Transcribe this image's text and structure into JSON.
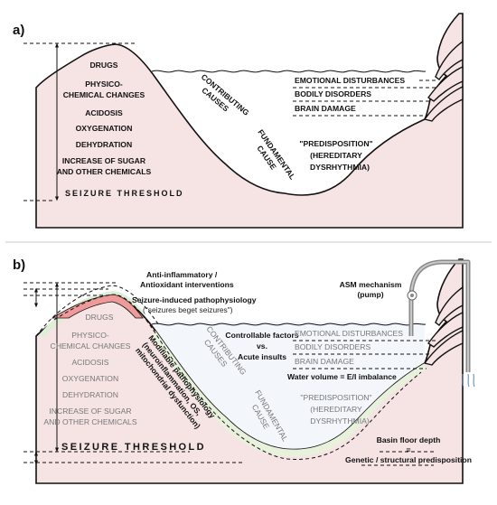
{
  "panel_a": {
    "label": "a)",
    "causes": [
      "DRUGS",
      "PHYSICO-",
      "CHEMICAL CHANGES",
      "ACIDOSIS",
      "OXYGENATION",
      "DEHYDRATION",
      "INCREASE OF SUGAR",
      "AND OTHER CHEMICALS"
    ],
    "threshold": "SEIZURE THRESHOLD",
    "contributing": [
      "CONTRIBUTING",
      "CAUSES"
    ],
    "fundamental": [
      "FUNDAMENTAL",
      "CAUSE"
    ],
    "disturbances": [
      "EMOTIONAL DISTURBANCES",
      "BODILY DISORDERS",
      "BRAIN DAMAGE"
    ],
    "predisposition": [
      "\"PREDISPOSITION\"",
      "(HEREDITARY",
      "DYSRHYTHMIA)"
    ]
  },
  "panel_b": {
    "label": "b)",
    "causes": [
      "DRUGS",
      "PHYSICO-",
      "CHEMICAL CHANGES",
      "ACIDOSIS",
      "OXYGENATION",
      "DEHYDRATION",
      "INCREASE OF SUGAR",
      "AND OTHER CHEMICALS"
    ],
    "threshold": "SEIZURE THRESHOLD",
    "contributing": [
      "CONTRIBUTING",
      "CAUSES"
    ],
    "fundamental": [
      "FUNDAMENTAL",
      "CAUSE"
    ],
    "disturbances": [
      "EMOTIONAL DISTURBANCES",
      "BODILY DISORDERS",
      "BRAIN DAMAGE"
    ],
    "predisposition": [
      "\"PREDISPOSITION\"",
      "(HEREDITARY",
      "DYSRHYTHMIA)"
    ],
    "anti_inflammatory": [
      "Anti-inflammatory /",
      "Antioxidant interventions"
    ],
    "seizure_induced": "Seizure-induced pathophysiology",
    "seizures_beget": "(\"seizures beget seizures\")",
    "asm": [
      "ASM mechanism",
      "(pump)"
    ],
    "controllable": [
      "Controllable factors",
      "vs.",
      "Acute insults"
    ],
    "water_volume": "Water volume = E/I imbalance",
    "modifiable": [
      "Modifiable pathophysiology",
      "(neuroinflammation, OS,",
      "mitochondrial dysfunction)"
    ],
    "basin": [
      "Basin floor depth",
      "=",
      "Genetic / structural predisposition"
    ]
  },
  "colors": {
    "land": "#f6e4e4",
    "water": "#f3f6fb",
    "pathology_red": "#ee9a9a",
    "anti_green": "#dfeed6",
    "outline": "#111111"
  }
}
